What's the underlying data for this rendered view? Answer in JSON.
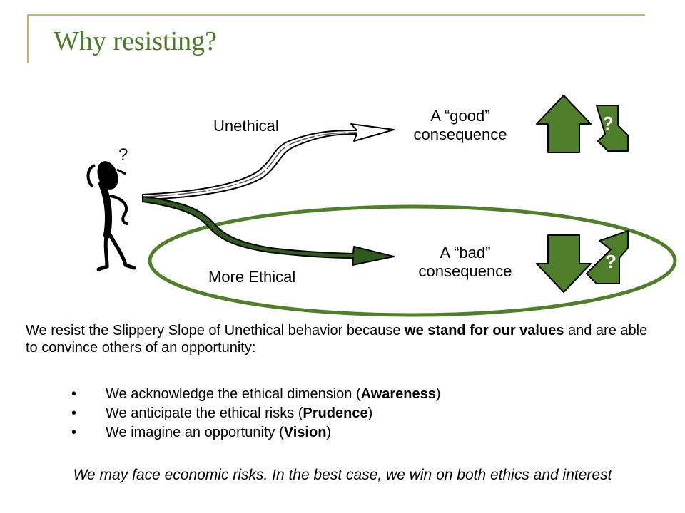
{
  "title": "Why resisting?",
  "figure_question": "?",
  "paths": {
    "unethical_label": "Unethical",
    "ethical_label": "More Ethical"
  },
  "consequences": {
    "good": {
      "line1": "A “good”",
      "line2": "consequence",
      "badge": "?"
    },
    "bad": {
      "line1": "A “bad”",
      "line2": "consequence",
      "badge": "?"
    }
  },
  "colors": {
    "title": "#4a7a2a",
    "arrow_green": "#4f7f2a",
    "ellipse": "#4f7f2a",
    "frame": "#c8b46a"
  },
  "intro": {
    "before": "We resist the Slippery Slope of Unethical behavior because ",
    "bold": "we stand for our values",
    "after": " and are able to convince others of an opportunity:"
  },
  "bullets": [
    {
      "before": "We acknowledge the ethical dimension (",
      "bold": "Awareness",
      "after": ")"
    },
    {
      "before": "We anticipate the ethical risks (",
      "bold": "Prudence",
      "after": ")"
    },
    {
      "before": "We imagine an opportunity (",
      "bold": "Vision",
      "after": ")"
    }
  ],
  "closing": "We may face economic risks. In the best case, we win on both ethics and interest"
}
